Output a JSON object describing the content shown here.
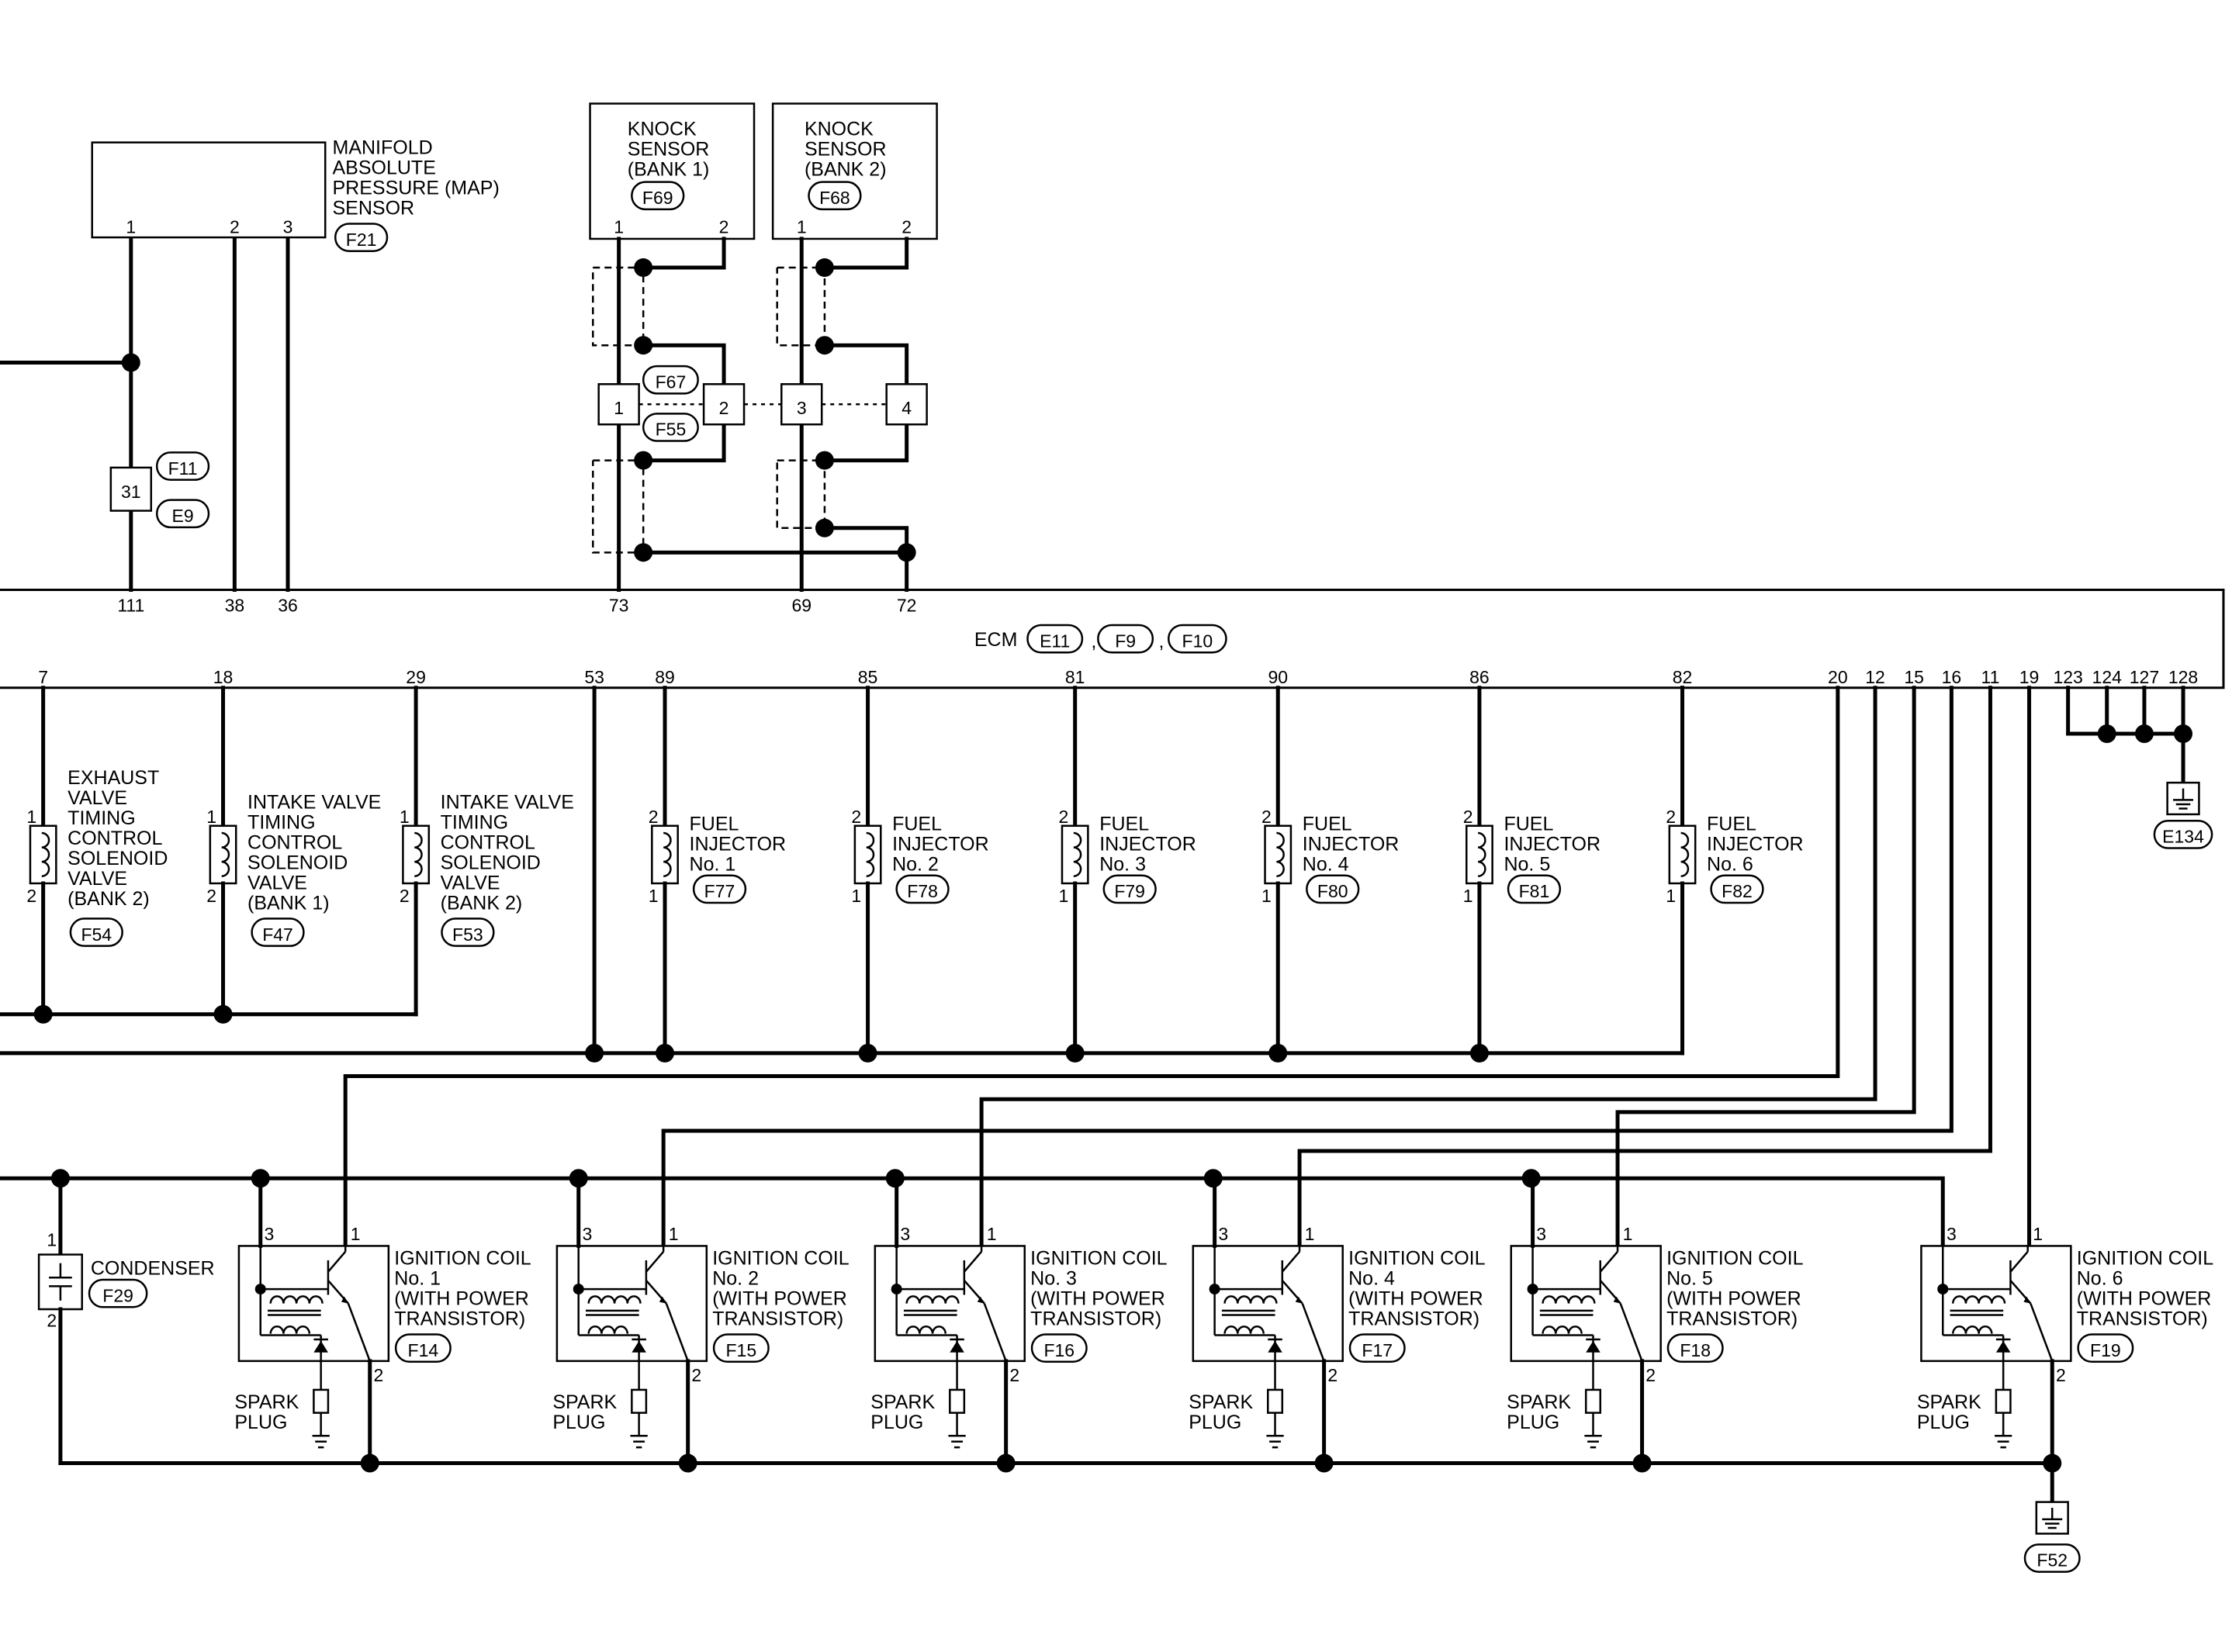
{
  "ecm": {
    "label": "ECM",
    "connectors": [
      "E11",
      "F9",
      "F10"
    ],
    "top_pins": [
      "111",
      "38",
      "36",
      "73",
      "69",
      "72"
    ],
    "bottom_pins": [
      "7",
      "18",
      "29",
      "53",
      "89",
      "85",
      "81",
      "90",
      "86",
      "82",
      "20",
      "12",
      "15",
      "16",
      "11",
      "19",
      "123",
      "124",
      "127",
      "128"
    ]
  },
  "map_sensor": {
    "lines": [
      "MANIFOLD",
      "ABSOLUTE",
      "PRESSURE (MAP)",
      "SENSOR"
    ],
    "connector": "F21",
    "pins": [
      "1",
      "2",
      "3"
    ]
  },
  "joint_31": {
    "pin": "31",
    "connectors": [
      "F11",
      "E9"
    ]
  },
  "knock_sensors": [
    {
      "lines": [
        "KNOCK",
        "SENSOR",
        "(BANK 1)"
      ],
      "connector": "F69",
      "pins": [
        "1",
        "2"
      ]
    },
    {
      "lines": [
        "KNOCK",
        "SENSOR",
        "(BANK 2)"
      ],
      "connector": "F68",
      "pins": [
        "1",
        "2"
      ]
    }
  ],
  "knock_joint": {
    "pins": [
      "1",
      "2",
      "3",
      "4"
    ],
    "connectors": [
      "F67",
      "F55"
    ]
  },
  "solenoids": [
    {
      "lines": [
        "EXHAUST",
        "VALVE",
        "TIMING",
        "CONTROL",
        "SOLENOID",
        "VALVE",
        "(BANK 2)"
      ],
      "connector": "F54",
      "pins": [
        "1",
        "2"
      ]
    },
    {
      "lines": [
        "INTAKE VALVE",
        "TIMING",
        "CONTROL",
        "SOLENOID",
        "VALVE",
        "(BANK 1)"
      ],
      "connector": "F47",
      "pins": [
        "1",
        "2"
      ]
    },
    {
      "lines": [
        "INTAKE VALVE",
        "TIMING",
        "CONTROL",
        "SOLENOID",
        "VALVE",
        "(BANK 2)"
      ],
      "connector": "F53",
      "pins": [
        "1",
        "2"
      ]
    }
  ],
  "injectors": [
    {
      "lines": [
        "FUEL",
        "INJECTOR",
        "No. 1"
      ],
      "connector": "F77",
      "pins": [
        "2",
        "1"
      ]
    },
    {
      "lines": [
        "FUEL",
        "INJECTOR",
        "No. 2"
      ],
      "connector": "F78",
      "pins": [
        "2",
        "1"
      ]
    },
    {
      "lines": [
        "FUEL",
        "INJECTOR",
        "No. 3"
      ],
      "connector": "F79",
      "pins": [
        "2",
        "1"
      ]
    },
    {
      "lines": [
        "FUEL",
        "INJECTOR",
        "No. 4"
      ],
      "connector": "F80",
      "pins": [
        "2",
        "1"
      ]
    },
    {
      "lines": [
        "FUEL",
        "INJECTOR",
        "No. 5"
      ],
      "connector": "F81",
      "pins": [
        "2",
        "1"
      ]
    },
    {
      "lines": [
        "FUEL",
        "INJECTOR",
        "No. 6"
      ],
      "connector": "F82",
      "pins": [
        "2",
        "1"
      ]
    }
  ],
  "ground_ecm": {
    "connector": "E134"
  },
  "condenser": {
    "label": "CONDENSER",
    "connector": "F29",
    "pins": [
      "1",
      "2"
    ]
  },
  "ignition_coils": [
    {
      "lines": [
        "IGNITION COIL",
        "No. 1",
        "(WITH POWER",
        "TRANSISTOR)"
      ],
      "connector": "F14",
      "pins": [
        "3",
        "1",
        "2"
      ]
    },
    {
      "lines": [
        "IGNITION COIL",
        "No. 2",
        "(WITH POWER",
        "TRANSISTOR)"
      ],
      "connector": "F15",
      "pins": [
        "3",
        "1",
        "2"
      ]
    },
    {
      "lines": [
        "IGNITION COIL",
        "No. 3",
        "(WITH POWER",
        "TRANSISTOR)"
      ],
      "connector": "F16",
      "pins": [
        "3",
        "1",
        "2"
      ]
    },
    {
      "lines": [
        "IGNITION COIL",
        "No. 4",
        "(WITH POWER",
        "TRANSISTOR)"
      ],
      "connector": "F17",
      "pins": [
        "3",
        "1",
        "2"
      ]
    },
    {
      "lines": [
        "IGNITION COIL",
        "No. 5",
        "(WITH POWER",
        "TRANSISTOR)"
      ],
      "connector": "F18",
      "pins": [
        "3",
        "1",
        "2"
      ]
    },
    {
      "lines": [
        "IGNITION COIL",
        "No. 6",
        "(WITH POWER",
        "TRANSISTOR)"
      ],
      "connector": "F19",
      "pins": [
        "3",
        "1",
        "2"
      ]
    }
  ],
  "spark_plug_lines": [
    "SPARK",
    "PLUG"
  ],
  "ground_coils": {
    "connector": "F52"
  }
}
